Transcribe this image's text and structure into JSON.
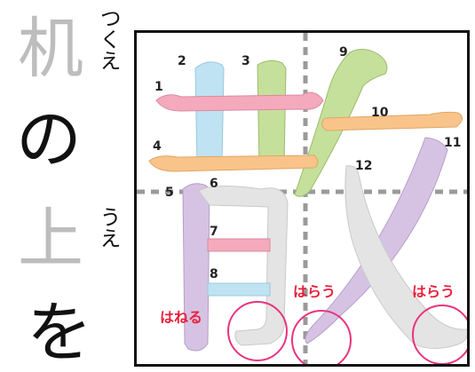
{
  "sentence": {
    "kanji_1": "机",
    "ruby_1": "つくえ",
    "kana_1": "の",
    "kanji_2": "上",
    "ruby_2": "うえ",
    "kana_2": "を"
  },
  "stroke_diagram": {
    "stroke_numbers": [
      "1",
      "2",
      "3",
      "4",
      "5",
      "6",
      "7",
      "8",
      "9",
      "10",
      "11",
      "12"
    ],
    "annotations": {
      "hane": "はねる",
      "harau_1": "はらう",
      "harau_2": "はらう"
    }
  },
  "colors": {
    "gray_kanji": "#bdbdbd",
    "annotation_red": "#e8203a",
    "guide_line": "#999999",
    "stroke_pink": "#f5a9bd",
    "stroke_blue": "#bfe3f2",
    "stroke_green": "#c5e09a",
    "stroke_orange": "#f8c489",
    "stroke_purple": "#d6c3e3",
    "stroke_gray": "#e4e4e4"
  }
}
